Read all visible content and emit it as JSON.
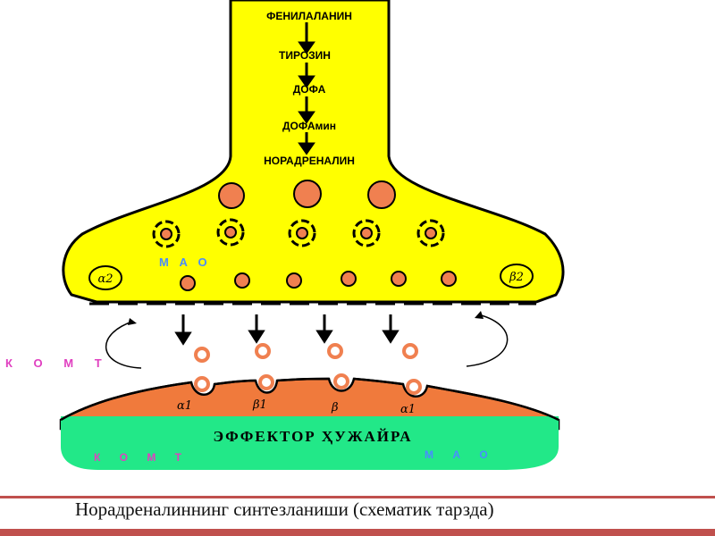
{
  "pathway": {
    "steps": [
      "ФЕНИЛАЛАНИН",
      "ТИРОЗИН",
      "ДОФА",
      "ДОФАмин",
      "НОРАДРЕНАЛИН"
    ]
  },
  "presynaptic": {
    "mao_label": "М А О",
    "receptor_left_label": "α2",
    "receptor_right_label": "β2"
  },
  "synapse": {
    "komt_label": "К О М Т"
  },
  "effector": {
    "title": "ЭФФЕКТОР ҲУЖАЙРА",
    "komt_label": "К О М Т",
    "mao_label": "М А О",
    "receptors": [
      "α1",
      "β1",
      "β",
      "α1"
    ]
  },
  "caption": "Норадреналиннинг синтезланиши (схематик тарзда)",
  "colors": {
    "neuron": "#ffff00",
    "vesicle": "#f08050",
    "effector_top": "#f07a3c",
    "effector_body": "#22e888",
    "mao_text": "#4a8cff",
    "komt_text": "#e040c0",
    "accent": "#c0504d"
  }
}
